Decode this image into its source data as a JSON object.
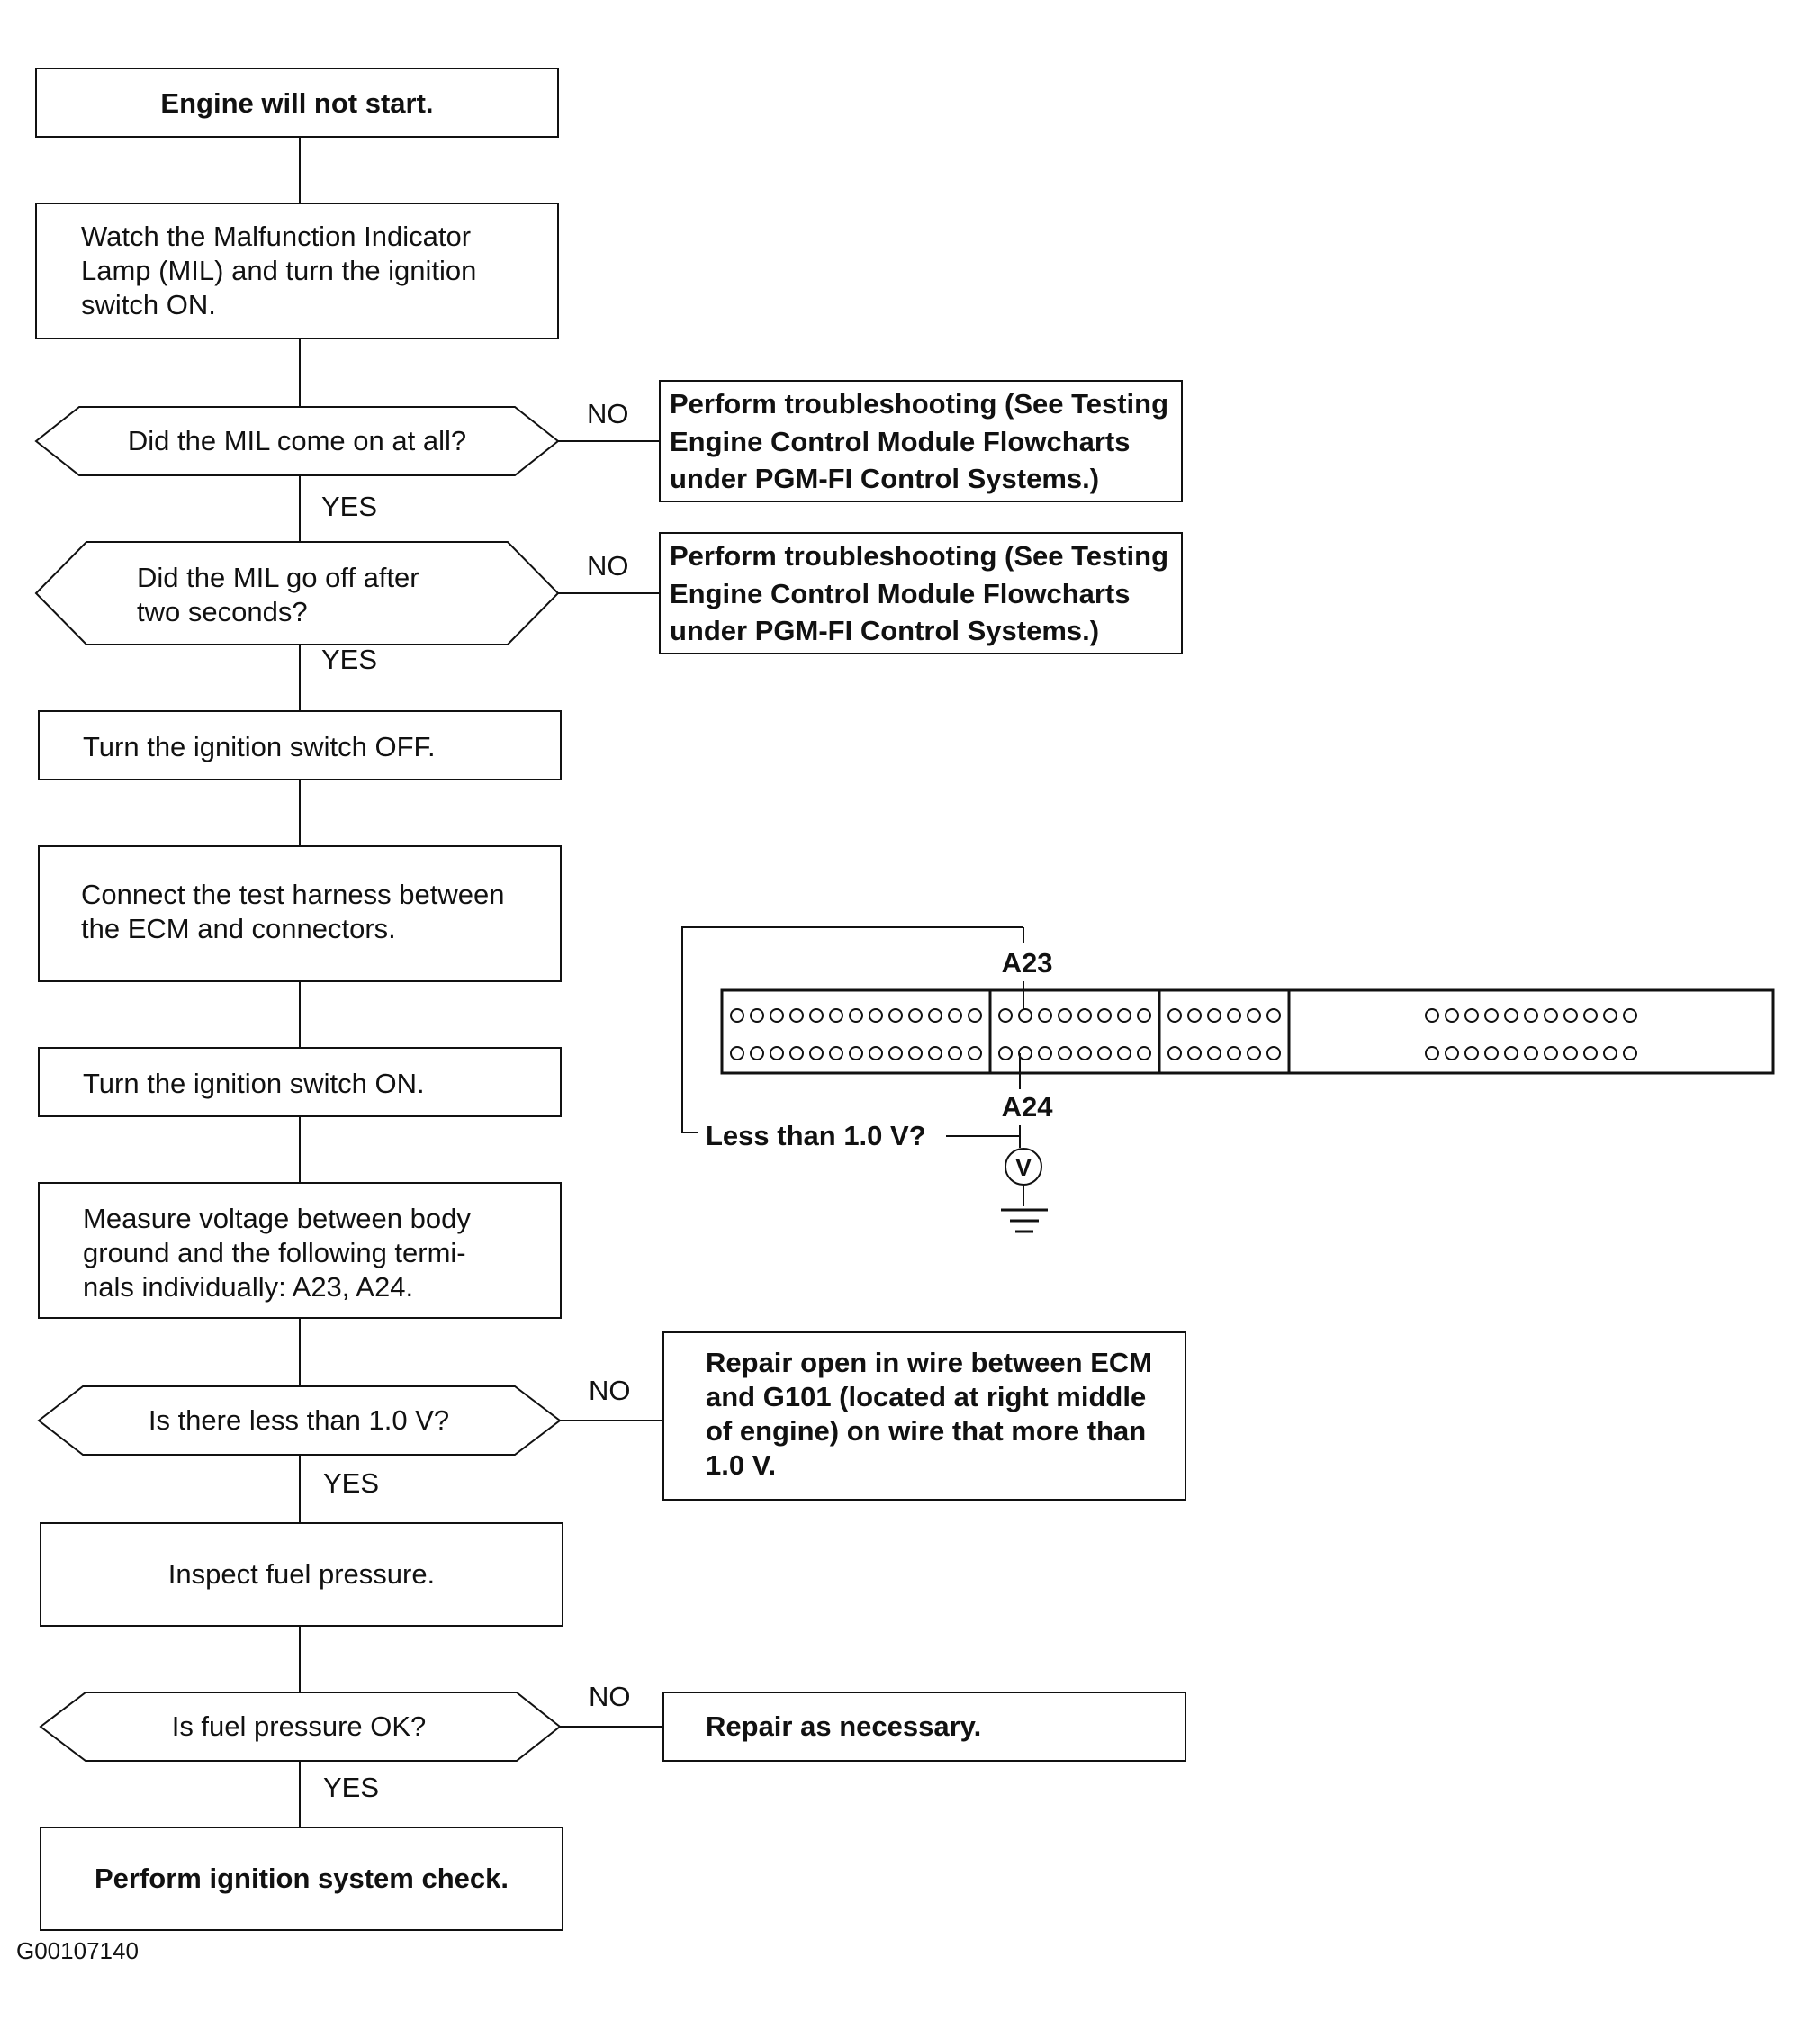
{
  "flowchart": {
    "start": "Engine will not start.",
    "step_watch_mil": [
      "Watch the Malfunction Indicator",
      "Lamp (MIL) and turn the ignition",
      "switch ON."
    ],
    "q_mil_on": "Did the MIL come on at all?",
    "q_mil_off": [
      "Did the MIL go off after",
      "two seconds?"
    ],
    "step_switch_off": "Turn the ignition switch OFF.",
    "step_connect": [
      "Connect the test harness between",
      "the  ECM  and  connectors."
    ],
    "step_switch_on": "Turn the ignition switch ON.",
    "step_measure": [
      "Measure voltage between body",
      "ground and the following termi-",
      "nals individually: A23, A24."
    ],
    "q_voltage": "Is there less than 1.0 V?",
    "step_fuel": "Inspect  fuel  pressure.",
    "q_fuel": "Is fuel pressure OK?",
    "end": "Perform  ignition  system  check.",
    "no_mil_on": [
      "Perform troubleshooting (See Testing",
      "Engine Control Module Flowcharts",
      "under PGM-FI Control Systems.)"
    ],
    "no_mil_off": [
      "Perform troubleshooting (See Testing",
      "Engine Control Module Flowcharts",
      "under PGM-FI Control Systems.)"
    ],
    "no_voltage": [
      "Repair open in wire between ECM",
      "and G101 (located at right middle",
      "of engine) on wire that more than",
      "1.0 V."
    ],
    "no_fuel": "Repair as necessary.",
    "label_yes": "YES",
    "label_no": "NO"
  },
  "connector": {
    "terminal_top": "A23",
    "terminal_bottom": "A24",
    "question": "Less than 1.0 V?",
    "meter_symbol": "V",
    "sections": [
      13,
      8,
      6,
      11
    ]
  },
  "figure_id": "G00107140"
}
